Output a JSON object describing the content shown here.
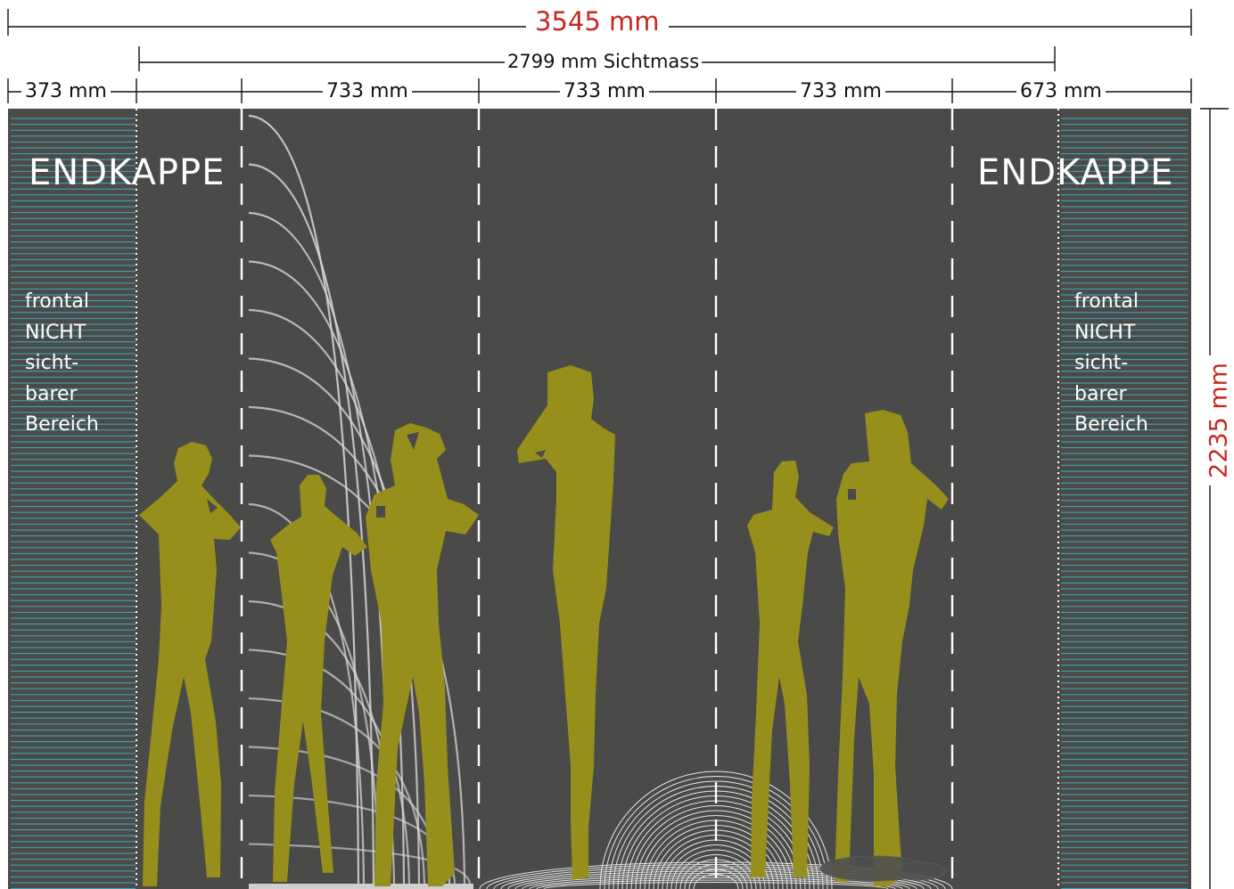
{
  "dimensions": {
    "total_width": "3545 mm",
    "visible_width": "2799 mm Sichtmass",
    "height": "2235 mm",
    "segments": [
      "373 mm",
      "733 mm",
      "733 mm",
      "733 mm",
      "673 mm"
    ]
  },
  "end_caps": {
    "left": {
      "title": "ENDKAPPE",
      "note_lines": [
        "frontal",
        "NICHT",
        "sicht-",
        "barer",
        "Bereich"
      ]
    },
    "right": {
      "title": "ENDKAPPE",
      "note_lines": [
        "frontal",
        "NICHT",
        "sicht-",
        "barer",
        "Bereich"
      ]
    }
  },
  "colors": {
    "panel": "#4a4a48",
    "figures": "#978f1b",
    "stripes": "#3fa3bd",
    "accent_red": "#c8271f",
    "lines": "#ffffff"
  }
}
